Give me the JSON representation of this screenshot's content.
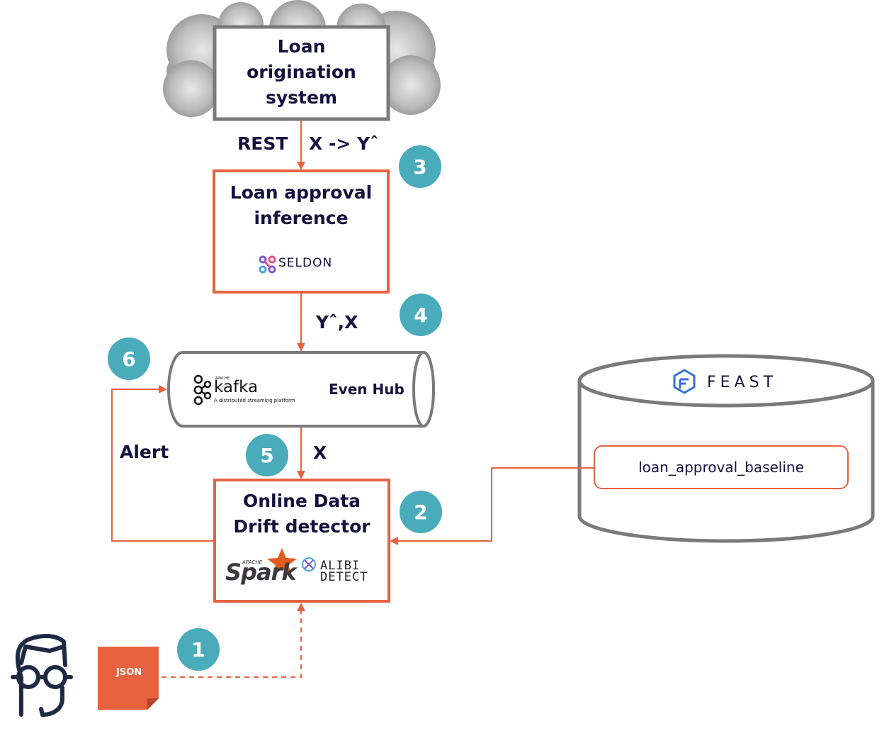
{
  "colors": {
    "accent": "#e8623f",
    "badge": "#4aabbb",
    "text": "#14123d",
    "cloud": "#9a9a9a",
    "outline": "#7a7a7a"
  },
  "nodes": {
    "origination": {
      "line1": "Loan",
      "line2": "origination",
      "line3": "system"
    },
    "inference": {
      "line1": "Loan approval",
      "line2": "inference",
      "logo_text": "SELDON"
    },
    "event_hub": {
      "label": "Even Hub",
      "logo_text": "kafka",
      "logo_apache": "APACHE",
      "logo_tagline": "A distributed streaming platform"
    },
    "detector": {
      "line1": "Online Data",
      "line2": "Drift detector",
      "spark_text": "Spark",
      "spark_apache": "APACHE",
      "alibi_line1": "ALIBI",
      "alibi_line2": "DETECT"
    },
    "feast": {
      "logo_text": "FEAST",
      "field": "loan_approval_baseline"
    },
    "json_file": {
      "label": "JSON"
    }
  },
  "edges": {
    "rest_label": "REST",
    "prediction_label": "X -> Yˆ",
    "stream_label": "Yˆ,X",
    "features_label": "X",
    "alert_label": "Alert"
  },
  "badges": [
    "1",
    "2",
    "3",
    "4",
    "5",
    "6"
  ],
  "icons": {
    "user": "developer-avatar-icon",
    "file": "json-file-icon",
    "seldon": "seldon-logo-icon",
    "kafka": "kafka-logo-icon",
    "spark": "spark-star-icon",
    "alibi": "alibi-detect-icon",
    "feast": "feast-logo-icon"
  }
}
